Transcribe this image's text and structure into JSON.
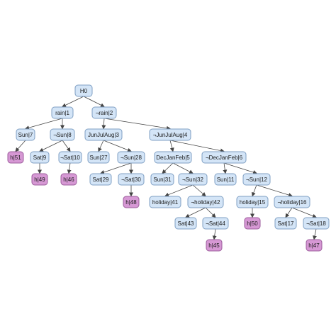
{
  "colors": {
    "inner_fill": "#d4e5f7",
    "inner_stroke": "#7f9fc3",
    "leaf_fill": "#d698d4",
    "leaf_stroke": "#9c5d9c",
    "edge": "#444444"
  },
  "tree": {
    "nodes": [
      {
        "id": "H0",
        "label": "H0",
        "type": "inner"
      },
      {
        "id": "rain1",
        "label": "rain|1",
        "type": "inner"
      },
      {
        "id": "nrain2",
        "label": "¬rain|2",
        "type": "inner"
      },
      {
        "id": "sun7",
        "label": "Sun|7",
        "type": "inner"
      },
      {
        "id": "nsun8",
        "label": "¬Sun|8",
        "type": "inner"
      },
      {
        "id": "h51",
        "label": "h|51",
        "type": "leaf"
      },
      {
        "id": "sat9",
        "label": "Sat|9",
        "type": "inner"
      },
      {
        "id": "nsat10",
        "label": "¬Sat|10",
        "type": "inner"
      },
      {
        "id": "h49",
        "label": "h|49",
        "type": "leaf"
      },
      {
        "id": "h46",
        "label": "h|46",
        "type": "leaf"
      },
      {
        "id": "jja3",
        "label": "JunJulAug|3",
        "type": "inner"
      },
      {
        "id": "njja4",
        "label": "¬JunJulAug|4",
        "type": "inner"
      },
      {
        "id": "sun27",
        "label": "Sun|27",
        "type": "inner"
      },
      {
        "id": "nsun28",
        "label": "¬Sun|28",
        "type": "inner"
      },
      {
        "id": "sat29",
        "label": "Sat|29",
        "type": "inner"
      },
      {
        "id": "nsat30",
        "label": "¬Sat|30",
        "type": "inner"
      },
      {
        "id": "h48",
        "label": "h|48",
        "type": "leaf"
      },
      {
        "id": "djf5",
        "label": "DecJanFeb|5",
        "type": "inner"
      },
      {
        "id": "ndjf6",
        "label": "¬DecJanFeb|6",
        "type": "inner"
      },
      {
        "id": "sun31",
        "label": "Sun|31",
        "type": "inner"
      },
      {
        "id": "nsun32",
        "label": "¬Sun|32",
        "type": "inner"
      },
      {
        "id": "hol41",
        "label": "holiday|41",
        "type": "inner"
      },
      {
        "id": "nhol42",
        "label": "¬holiday|42",
        "type": "inner"
      },
      {
        "id": "sat43",
        "label": "Sat|43",
        "type": "inner"
      },
      {
        "id": "nsat44",
        "label": "¬Sat|44",
        "type": "inner"
      },
      {
        "id": "h45",
        "label": "h|45",
        "type": "leaf"
      },
      {
        "id": "sun11",
        "label": "Sun|11",
        "type": "inner"
      },
      {
        "id": "nsun12",
        "label": "¬Sun|12",
        "type": "inner"
      },
      {
        "id": "hol15",
        "label": "holiday|15",
        "type": "inner"
      },
      {
        "id": "nhol16",
        "label": "¬holiday|16",
        "type": "inner"
      },
      {
        "id": "h50",
        "label": "h|50",
        "type": "leaf"
      },
      {
        "id": "sat17",
        "label": "Sat|17",
        "type": "inner"
      },
      {
        "id": "nsat18",
        "label": "¬Sat|18",
        "type": "inner"
      },
      {
        "id": "h47",
        "label": "h|47",
        "type": "leaf"
      }
    ],
    "edges": [
      [
        "H0",
        "rain1"
      ],
      [
        "H0",
        "nrain2"
      ],
      [
        "rain1",
        "sun7"
      ],
      [
        "rain1",
        "nsun8"
      ],
      [
        "sun7",
        "h51"
      ],
      [
        "nsun8",
        "sat9"
      ],
      [
        "nsun8",
        "nsat10"
      ],
      [
        "sat9",
        "h49"
      ],
      [
        "nsat10",
        "h46"
      ],
      [
        "nrain2",
        "jja3"
      ],
      [
        "nrain2",
        "njja4"
      ],
      [
        "jja3",
        "sun27"
      ],
      [
        "jja3",
        "nsun28"
      ],
      [
        "nsun28",
        "sat29"
      ],
      [
        "nsun28",
        "nsat30"
      ],
      [
        "nsat30",
        "h48"
      ],
      [
        "njja4",
        "djf5"
      ],
      [
        "njja4",
        "ndjf6"
      ],
      [
        "djf5",
        "sun31"
      ],
      [
        "djf5",
        "nsun32"
      ],
      [
        "nsun32",
        "hol41"
      ],
      [
        "nsun32",
        "nhol42"
      ],
      [
        "nhol42",
        "sat43"
      ],
      [
        "nhol42",
        "nsat44"
      ],
      [
        "nsat44",
        "h45"
      ],
      [
        "ndjf6",
        "sun11"
      ],
      [
        "ndjf6",
        "nsun12"
      ],
      [
        "nsun12",
        "hol15"
      ],
      [
        "nsun12",
        "nhol16"
      ],
      [
        "hol15",
        "h50"
      ],
      [
        "nhol16",
        "sat17"
      ],
      [
        "nhol16",
        "nsat18"
      ],
      [
        "nsat18",
        "h47"
      ]
    ]
  }
}
